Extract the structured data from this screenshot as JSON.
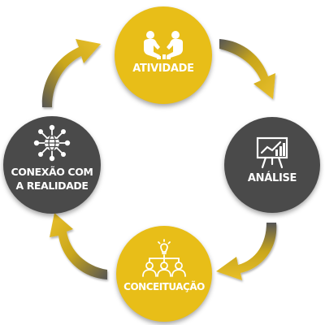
{
  "colors": {
    "yellow": "#e8be18",
    "dark": "#4a4a4a",
    "arrow_light": "#e8c23a",
    "arrow_dark": "#4a4a4a",
    "label": "#ffffff"
  },
  "cycle": {
    "nodes": [
      {
        "id": "atividade",
        "label": "ATIVIDADE",
        "color": "yellow",
        "icon": "two-people-icon"
      },
      {
        "id": "analise",
        "label": "ANÁLISE",
        "color": "dark",
        "icon": "presentation-chart-icon"
      },
      {
        "id": "conceituacao",
        "label": "CONCEITUAÇÃO",
        "color": "yellow",
        "icon": "team-idea-icon"
      },
      {
        "id": "conexao",
        "label_line1": "CONEXÃO COM",
        "label_line2": "A REALIDADE",
        "color": "dark",
        "icon": "network-globe-icon"
      }
    ],
    "arrows": [
      {
        "from": "atividade",
        "to": "analise",
        "icon": "curved-arrow-icon"
      },
      {
        "from": "analise",
        "to": "conceituacao",
        "icon": "curved-arrow-icon"
      },
      {
        "from": "conceituacao",
        "to": "conexao",
        "icon": "curved-arrow-icon"
      },
      {
        "from": "conexao",
        "to": "atividade",
        "icon": "curved-arrow-icon"
      }
    ]
  }
}
